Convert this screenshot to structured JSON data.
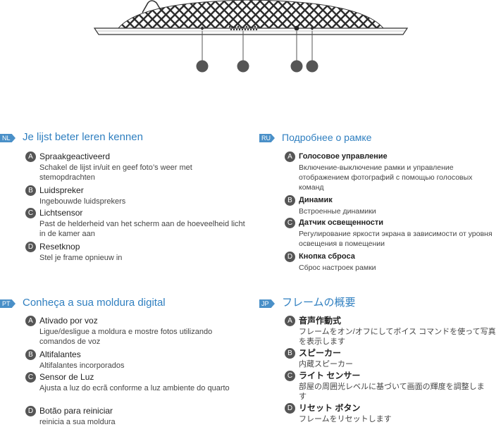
{
  "sections": [
    {
      "lang": "NL",
      "title": "Je lijst beter leren kennen",
      "items": [
        {
          "letter": "A",
          "title": "Spraakgeactiveerd",
          "desc": "Schakel de lijst in/uit en geef foto’s weer met stemopdrachten"
        },
        {
          "letter": "B",
          "title": "Luidspreker",
          "desc": "Ingebouwde luidsprekers"
        },
        {
          "letter": "C",
          "title": "Lichtsensor",
          "desc": "Past de helderheid van het scherm aan de hoeveelheid licht in de kamer aan"
        },
        {
          "letter": "D",
          "title": "Resetknop",
          "desc": "Stel je frame opnieuw in"
        }
      ]
    },
    {
      "lang": "RU",
      "title": "Подробнее о рамке",
      "items": [
        {
          "letter": "A",
          "title": "Голосовое управление",
          "desc": "Включение-выключение рамки и управление отображением фотографий с помощью голосовых команд"
        },
        {
          "letter": "B",
          "title": "Динамик",
          "desc": "Встроенные динамики"
        },
        {
          "letter": "C",
          "title": "Датчик освещенности",
          "desc": "Регулирование яркости экрана в зависимости от уровня освещения в помещении"
        },
        {
          "letter": "D",
          "title": "Кнопка сброса",
          "desc": "Сброс настроек рамки"
        }
      ]
    },
    {
      "lang": "PT",
      "title": "Conheça a sua moldura digital",
      "items": [
        {
          "letter": "A",
          "title": "Ativado por voz",
          "desc": "Ligue/desligue a moldura e mostre fotos utilizando comandos de voz"
        },
        {
          "letter": "B",
          "title": "Altifalantes",
          "desc": "Altifalantes incorporados"
        },
        {
          "letter": "C",
          "title": "Sensor de Luz",
          "desc": "Ajusta a luz do ecrã conforme a luz ambiente do quarto"
        },
        {
          "letter": "D",
          "title": "Botão para reiniciar",
          "desc": "reinicia a sua moldura"
        }
      ]
    },
    {
      "lang": "JP",
      "title": "フレームの概要",
      "items": [
        {
          "letter": "A",
          "title": "音声作動式",
          "desc": "フレームをオン/オフにしてボイス コマンドを使って写真を表示します"
        },
        {
          "letter": "B",
          "title": "スピーカー",
          "desc": "内蔵スピーカー"
        },
        {
          "letter": "C",
          "title": "ライト センサー",
          "desc": "部屋の周囲光レベルに基づいて画面の輝度を調整します"
        },
        {
          "letter": "D",
          "title": "リセット ボタン",
          "desc": "フレームをリセットします"
        }
      ]
    }
  ]
}
